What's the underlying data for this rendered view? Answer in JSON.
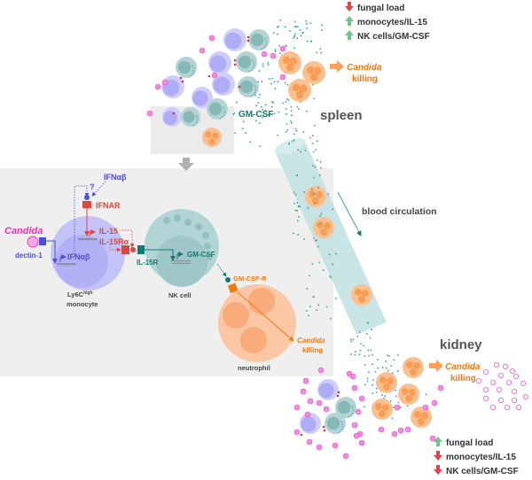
{
  "colors": {
    "monocyte": "#b9b7f7",
    "monocyte_inner": "#a6a4f5",
    "nk": "#a9cfcf",
    "nk_inner": "#84b6b6",
    "neutrophil": "#f9b98d",
    "neutrophil_nucleus": "#f7a063",
    "gmcsf_dot": "#3aa3a3",
    "candida": "#ee66cc",
    "red": "#e0443c",
    "blue": "#4b4ed6",
    "teal": "#137a72",
    "orange": "#f07a12",
    "green_arrow": "#6fc48a",
    "red_arrow": "#e0444a",
    "panel_bg": "#efefef",
    "vessel": "#bfe0e0"
  },
  "spleen": {
    "title": "spleen",
    "gmcsf_label": "GM-CSF",
    "killing_line1": "Candida",
    "killing_line2": "killing",
    "legend": [
      {
        "direction": "down",
        "label": "fungal load"
      },
      {
        "direction": "up",
        "label": "monocytes/IL-15"
      },
      {
        "direction": "up",
        "label": "NK cells/GM-CSF"
      }
    ]
  },
  "blood": {
    "label": "blood circulation"
  },
  "kidney": {
    "title": "kidney",
    "killing_line1": "Candida",
    "killing_line2": "killing",
    "legend": [
      {
        "direction": "up",
        "label": "fungal load"
      },
      {
        "direction": "down",
        "label": "monocytes/IL-15"
      },
      {
        "direction": "down",
        "label": "NK cells/GM-CSF"
      }
    ]
  },
  "mechanism": {
    "candida_label": "Candida",
    "dectin_label": "dectin-1",
    "ifn_label": "IFNαβ",
    "ifn_label_top": "IFNαβ",
    "question_mark": "?",
    "ifnar_label": "IFNAR",
    "il15_label": "IL-15",
    "il15ra_label": "IL-15Rα",
    "il15r_label": "IL-15R",
    "gmcsf_label": "GM-CSF",
    "gmcsfr_label": "GM-CSF-R",
    "monocyte_label_main": "Ly6C",
    "monocyte_label_sup": "high",
    "monocyte_label_line2": "monocyte",
    "nk_label": "NK cell",
    "neutrophil_label": "neutrophil",
    "killing_line1": "Candida",
    "killing_line2": "killing"
  }
}
